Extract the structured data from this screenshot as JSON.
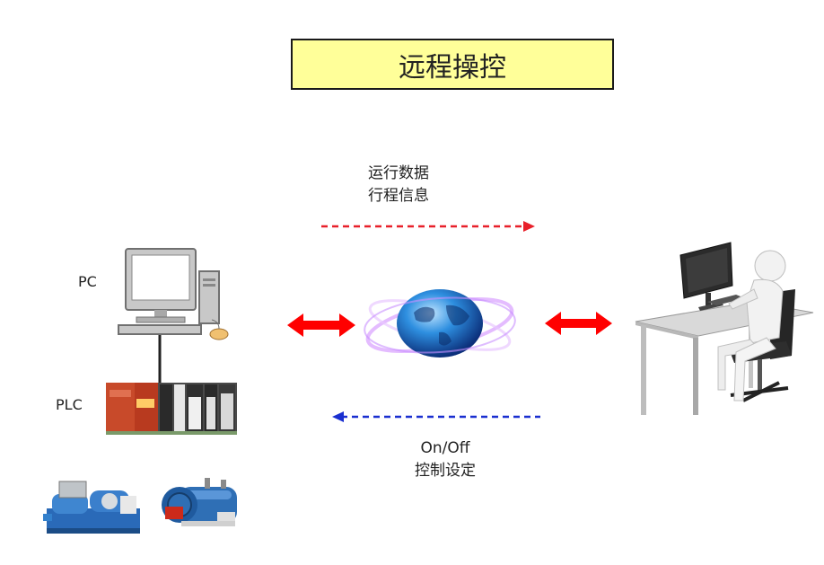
{
  "title": "远程操控",
  "labels": {
    "pc": "PC",
    "plc": "PLC"
  },
  "upstream_text": [
    "运行数据",
    "行程信息"
  ],
  "downstream_text": [
    "On/Off",
    "控制设定"
  ],
  "colors": {
    "title_bg": "#ffff99",
    "upstream_arrow": "#e8202a",
    "downstream_arrow": "#1a2fd0",
    "link_arrow": "#ff0000"
  },
  "icons": [
    "desktop-computer-icon",
    "plc-rack-icon",
    "chiller-machine-icon",
    "boiler-icon",
    "globe-network-icon",
    "remote-operator-workstation-icon"
  ]
}
